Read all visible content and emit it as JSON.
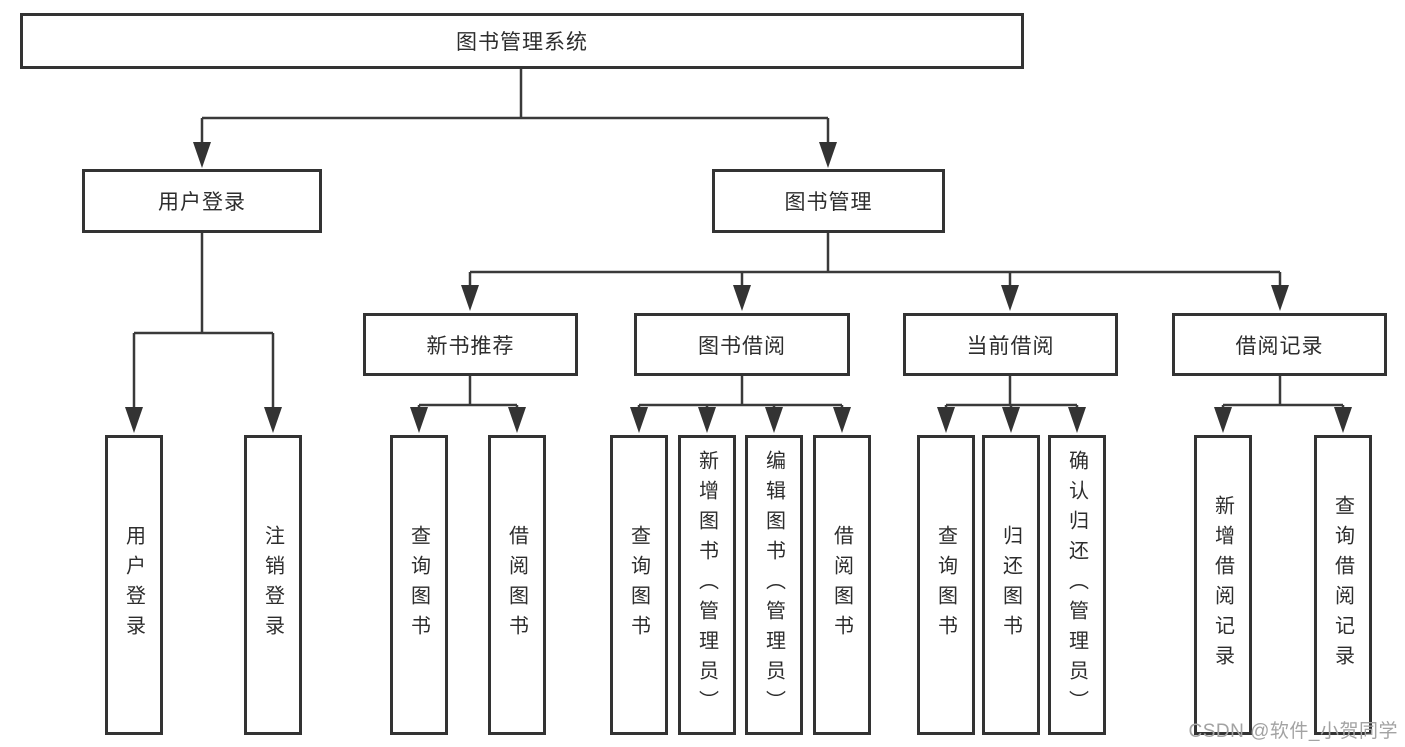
{
  "diagram": {
    "root": {
      "label": "图书管理系统"
    },
    "branches": [
      {
        "label": "用户登录",
        "children": [
          {
            "label": "用户登录"
          },
          {
            "label": "注销登录"
          }
        ]
      },
      {
        "label": "图书管理",
        "children": [
          {
            "label": "新书推荐",
            "children": [
              {
                "label": "查询图书"
              },
              {
                "label": "借阅图书"
              }
            ]
          },
          {
            "label": "图书借阅",
            "children": [
              {
                "label": "查询图书"
              },
              {
                "label": "新增图书（管理员）"
              },
              {
                "label": "编辑图书（管理员）"
              },
              {
                "label": "借阅图书"
              }
            ]
          },
          {
            "label": "当前借阅",
            "children": [
              {
                "label": "查询图书"
              },
              {
                "label": "归还图书"
              },
              {
                "label": "确认归还（管理员）"
              }
            ]
          },
          {
            "label": "借阅记录",
            "children": [
              {
                "label": "新增借阅记录"
              },
              {
                "label": "查询借阅记录"
              }
            ]
          }
        ]
      }
    ]
  },
  "watermark": {
    "text": "CSDN @软件_小贺同学"
  },
  "colors": {
    "line": "#3a3a3a",
    "box_border": "#333333",
    "text": "#2d2d2d",
    "watermark": "#a3a3a3",
    "background": "#ffffff"
  }
}
